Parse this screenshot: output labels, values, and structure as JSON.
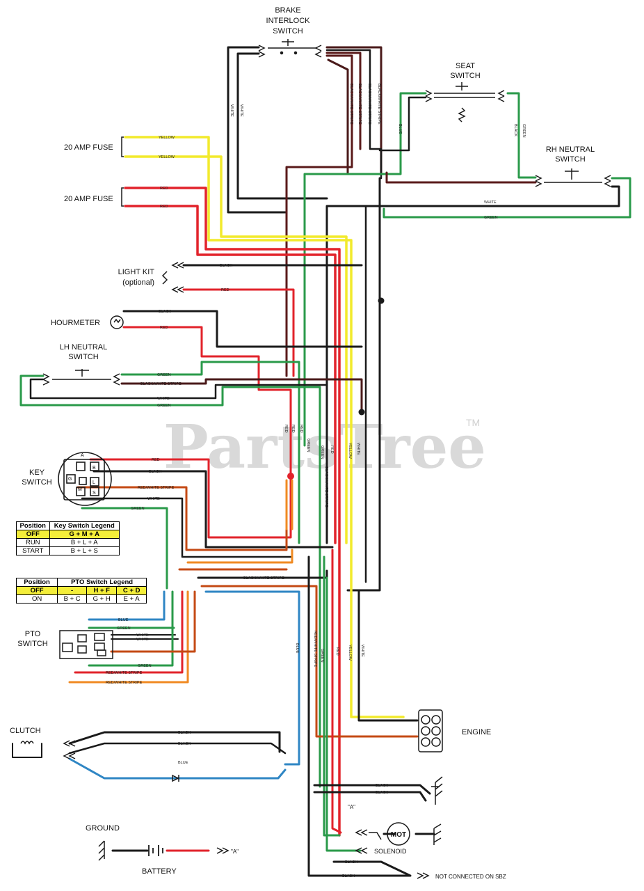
{
  "components": {
    "brake_switch": "BRAKE\nINTERLOCK\nSWITCH",
    "seat_switch": "SEAT\nSWITCH",
    "rh_neutral": "RH NEUTRAL\nSWITCH",
    "lh_neutral": "LH NEUTRAL\nSWITCH",
    "fuse_1": "20 AMP FUSE",
    "fuse_2": "20 AMP FUSE",
    "light_kit": "LIGHT KIT\n(optional)",
    "hourmeter": "HOURMETER",
    "key_switch": "KEY\nSWITCH",
    "pto_switch": "PTO\nSWITCH",
    "clutch": "CLUTCH",
    "engine": "ENGINE",
    "ground": "GROUND",
    "battery": "BATTERY",
    "solenoid": "SOLENOID",
    "motor": "MOT",
    "a_marker_1": "\"A\"",
    "a_marker_2": "\"A\"",
    "not_connected": "NOT CONNECTED ON SBZ",
    "watermark": "PartsTree",
    "trademark": "TM"
  },
  "key_terminals": [
    "A",
    "G",
    "B",
    "L",
    "M",
    "S"
  ],
  "key_legend": {
    "headers": [
      "Position",
      "Key Switch Legend"
    ],
    "rows": [
      [
        "OFF",
        "G + M + A"
      ],
      [
        "RUN",
        "B + L + A"
      ],
      [
        "START",
        "B + L + S"
      ]
    ]
  },
  "pto_legend": {
    "headers": [
      "Position",
      "PTO Switch Legend"
    ],
    "rows": [
      [
        "OFF",
        "-",
        "H + F",
        "C + D"
      ],
      [
        "ON",
        "B + C",
        "G + H",
        "E + A"
      ]
    ]
  },
  "wire_labels": {
    "yellow_1": "YELLOW",
    "yellow_2": "YELLOW",
    "red_1": "RED",
    "red_2": "RED",
    "white_brake": "WHITE",
    "white_brake2": "WHITE",
    "bws_1": "BLACK/WHITE STRIPE",
    "bws_2": "BLACK/WHITE STRIPE",
    "bws_3": "BLACK/WHITE STRIPE",
    "bws_4": "BLACK/WHITE STRIPE",
    "blue_seat": "BLUE",
    "black_seat": "BLACK",
    "green_seat": "GREEN",
    "white_rh": "WHITE",
    "green_rh": "GREEN",
    "black_light": "BLACK",
    "red_light": "RED",
    "black_hour": "BLACK",
    "red_hour": "RED",
    "green_lh": "GREEN",
    "bws_lh": "BLACK/WHITE STRIPE",
    "white_lh": "WHITE",
    "green_lh2": "GREEN",
    "red_v1": "RED",
    "red_v2": "RED",
    "red_v3": "RED",
    "green_v": "GREEN",
    "green_v2": "GREEN",
    "red_v4": "RED",
    "bws_v": "BLACK/WHITE STRIPE",
    "yellow_v": "YELLOW",
    "white_v": "WHITE",
    "red_key": "RED",
    "black_key": "BLACK",
    "rws_key": "RED/WHITE STRIPE",
    "white_key": "WHITE",
    "green_key": "GREEN",
    "bws_mid": "BLACK/WHITE STRIPE",
    "blue_pto": "BLUE",
    "green_pto": "GREEN",
    "white_pto": "WHITE",
    "white_pto2": "WHITE",
    "green_pto2": "GREEN",
    "rws_pto1": "RED/WHITE STRIPE",
    "rws_pto2": "RED/WHITE STRIPE",
    "blue_low": "BLUE",
    "rws_low": "RED/WHITE STRIPE",
    "green_low": "GREEN",
    "red_low": "RED",
    "yellow_low": "YELLOW",
    "white_low": "WHITE",
    "black_clutch": "BLACK",
    "black_clutch2": "BLACK",
    "blue_clutch": "BLUE",
    "black_gnd1": "BLACK",
    "black_gnd2": "BLACK",
    "black_nc": "BLACK"
  },
  "colors": {
    "yellow": "#f2ea2c",
    "red": "#e2232b",
    "green": "#2a9a4a",
    "blue": "#2f86c4",
    "black": "#1a1a1a",
    "orange": "#f08a22",
    "brown": "#5a1a1a",
    "highlight": "#f4ee3a"
  }
}
